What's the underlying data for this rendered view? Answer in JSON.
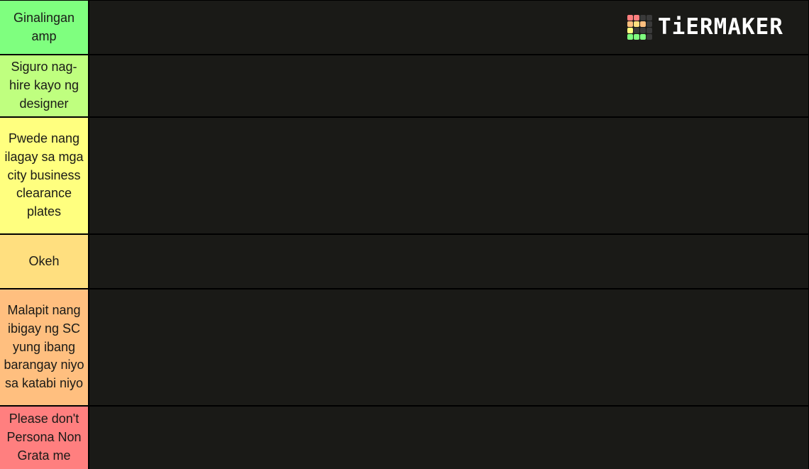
{
  "logo": {
    "text": "TiERMAKER",
    "grid_colors": [
      "#ff7f7f",
      "#ff7f7f",
      "#3a3a3a",
      "#3a3a3a",
      "#ffbf7f",
      "#ffdf7f",
      "#ffbf7f",
      "#3a3a3a",
      "#ffff7f",
      "#3a3a3a",
      "#3a3a3a",
      "#3a3a3a",
      "#7fff7f",
      "#7fff7f",
      "#7fff7f",
      "#3a3a3a"
    ]
  },
  "tiers": [
    {
      "label": "Ginalingan amp",
      "color": "#7fff7f"
    },
    {
      "label": "Siguro nag-hire kayo ng designer",
      "color": "#bfff7f"
    },
    {
      "label": "Pwede nang ilagay sa mga city business clearance plates",
      "color": "#ffff7f"
    },
    {
      "label": "Okeh",
      "color": "#ffdf7f"
    },
    {
      "label": "Malapit nang ibigay ng SC yung ibang barangay niyo sa katabi niyo",
      "color": "#ffbf7f"
    },
    {
      "label": "Please don't Persona Non Grata me",
      "color": "#ff7f7f"
    }
  ],
  "colors": {
    "row_background": "#1a1a17",
    "separator": "#000000"
  }
}
